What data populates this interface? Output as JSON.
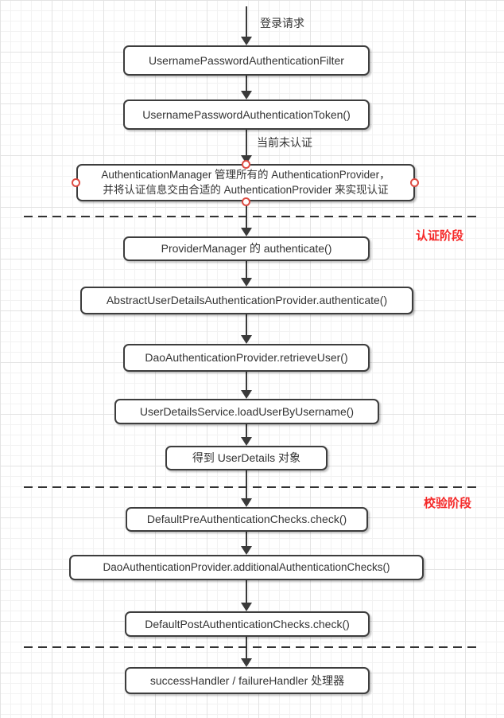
{
  "colors": {
    "node_border": "#3d3d3d",
    "node_fill": "#ffffff",
    "text": "#333333",
    "arrow": "#3a3a3a",
    "phase_label_red": "#f52a2a",
    "connection_point_red": "#dd4b42",
    "grid_minor": "#f2f2f2",
    "grid_major": "#e3e3e3"
  },
  "flow": {
    "edge_labels": {
      "start": "登录请求",
      "unauthenticated": "当前未认证"
    },
    "phase_labels": {
      "auth": "认证阶段",
      "check": "校验阶段"
    },
    "nodes": [
      {
        "label": "UsernamePasswordAuthenticationFilter"
      },
      {
        "label": "UsernamePasswordAuthenticationToken()"
      },
      {
        "lines": [
          "AuthenticationManager 管理所有的 AuthenticationProvider，",
          "并将认证信息交由合适的 AuthenticationProvider 来实现认证"
        ]
      },
      {
        "label": "ProviderManager 的 authenticate()"
      },
      {
        "label": "AbstractUserDetailsAuthenticationProvider.authenticate()"
      },
      {
        "label": "DaoAuthenticationProvider.retrieveUser()"
      },
      {
        "label": "UserDetailsService.loadUserByUsername()"
      },
      {
        "label": "得到 UserDetails 对象"
      },
      {
        "label": "DefaultPreAuthenticationChecks.check()"
      },
      {
        "label": "DaoAuthenticationProvider.additionalAuthenticationChecks()"
      },
      {
        "label": "DefaultPostAuthenticationChecks.check()"
      },
      {
        "label": "successHandler / failureHandler 处理器"
      }
    ]
  }
}
